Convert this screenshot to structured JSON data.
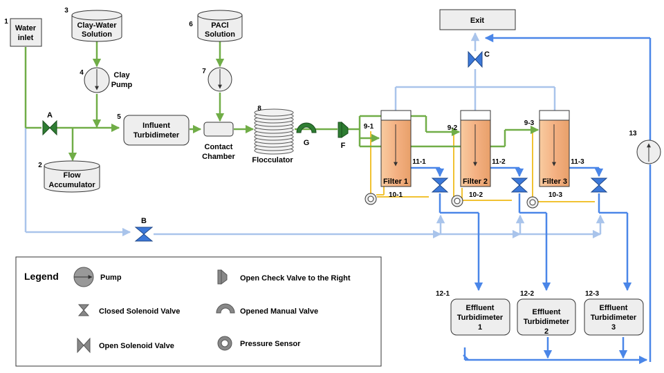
{
  "colors": {
    "green": "#70ad47",
    "dark_green": "#2e7d32",
    "light_blue": "#a9c4eb",
    "blue": "#4a86e8",
    "valve_blue": "#3c78d8",
    "yellow": "#f1c232",
    "box_fill": "#eeeeee",
    "filter_fill": "#f4b183"
  },
  "components": {
    "water_inlet": {
      "num": "1",
      "label_1": "Water",
      "label_2": "inlet"
    },
    "flow_accumulator": {
      "num": "2",
      "label_1": "Flow",
      "label_2": "Accumulator"
    },
    "clay_water": {
      "num": "3",
      "label_1": "Clay-Water",
      "label_2": "Solution"
    },
    "clay_pump": {
      "num": "4",
      "label_1": "Clay",
      "label_2": "Pump"
    },
    "influent_turbidimeter": {
      "num": "5",
      "label_1": "Influent",
      "label_2": "Turbidimeter"
    },
    "paci_solution": {
      "num": "6",
      "label_1": "PACl",
      "label_2": "Solution"
    },
    "paci_pump": {
      "num": "7"
    },
    "contact_chamber": {
      "label_1": "Contact",
      "label_2": "Chamber"
    },
    "flocculator": {
      "num": "8",
      "label": "Flocculator"
    },
    "exit": {
      "label": "Exit"
    },
    "pump_13": {
      "num": "13"
    }
  },
  "valves": {
    "A": "A",
    "B": "B",
    "C": "C",
    "F": "F",
    "G": "G"
  },
  "filters": [
    {
      "inlet": "9-1",
      "name": "Filter 1",
      "sensor": "10-1",
      "outlet": "11-1"
    },
    {
      "inlet": "9-2",
      "name": "Filter 2",
      "sensor": "10-2",
      "outlet": "11-2"
    },
    {
      "inlet": "9-3",
      "name": "Filter 3",
      "sensor": "10-3",
      "outlet": "11-3"
    }
  ],
  "effluents": [
    {
      "num": "12-1",
      "label_1": "Effluent",
      "label_2": "Turbidimeter",
      "label_3": "1"
    },
    {
      "num": "12-2",
      "label_1": "Effluent",
      "label_2": "Turbidimeter",
      "label_3": "2"
    },
    {
      "num": "12-3",
      "label_1": "Effluent",
      "label_2": "Turbidimeter",
      "label_3": "3"
    }
  ],
  "legend": {
    "title": "Legend",
    "pump": "Pump",
    "closed_solenoid": "Closed Solenoid Valve",
    "open_solenoid": "Open Solenoid Valve",
    "check_valve": "Open Check Valve to the Right",
    "manual_valve": "Opened Manual Valve",
    "pressure_sensor": "Pressure Sensor"
  }
}
